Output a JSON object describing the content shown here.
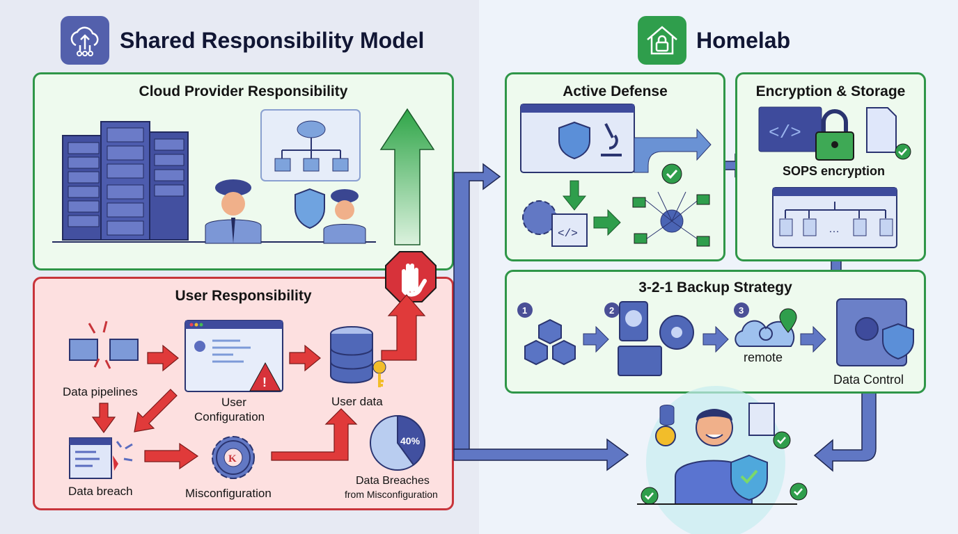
{
  "left": {
    "title": "Shared Responsibility Model",
    "icon": "cloud-network-icon",
    "cloud_panel": {
      "title": "Cloud Provider Responsibility",
      "icons": [
        "server-rack-icon",
        "org-chart-cloud-icon",
        "shield-icon",
        "police-officer-icon",
        "green-up-arrow-icon"
      ]
    },
    "stop_icon": "stop-hand-icon",
    "user_panel": {
      "title": "User Responsibility",
      "nodes": {
        "pipelines": "Data pipelines",
        "config_line1": "User",
        "config_line2": "Configuration",
        "user_data": "User data",
        "breach": "Data breach",
        "misconfig": "Misconfiguration",
        "pie_title": "Data Breaches",
        "pie_sub": "from Misconfiguration"
      },
      "pie": {
        "value_label": "40%",
        "fraction": 0.4
      }
    }
  },
  "right": {
    "title": "Homelab",
    "icon": "house-lock-icon",
    "active_defense": {
      "title": "Active Defense"
    },
    "encryption": {
      "title": "Encryption & Storage",
      "caption": "SOPS encryption"
    },
    "backup": {
      "title": "3-2-1 Backup Strategy",
      "steps": [
        "1",
        "2",
        "3"
      ],
      "remote": "remote",
      "control": "Data Control"
    }
  },
  "colors": {
    "green": "#2f9648",
    "red": "#c8343a",
    "blue": "#5a6fbf",
    "navy": "#2a3470"
  }
}
